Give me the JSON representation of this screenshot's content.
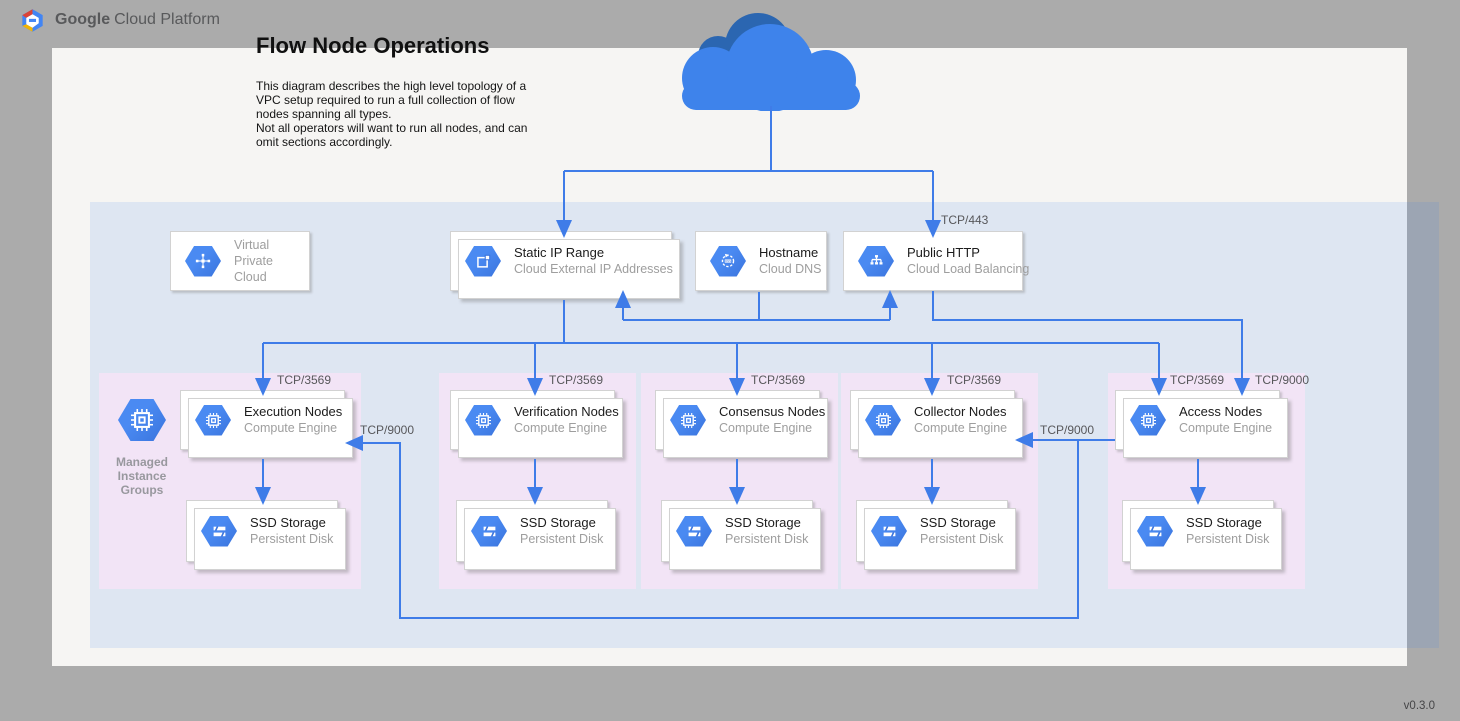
{
  "colors": {
    "accent_blue": "#3f7ce8",
    "icon_blue": "#4285f4",
    "group_pink": "#f2e4f6",
    "vpc_region_blue": "#e2effb",
    "canvas": "#f6f5f3",
    "page_gray": "#ababab",
    "cloud_dark": "#2b66b1",
    "cloud_light": "#3e83eb"
  },
  "header": {
    "logo_bold": "Google",
    "logo_rest": "Cloud Platform"
  },
  "page": {
    "title": "Flow Node Operations",
    "description": "This diagram describes the high level topology of a\nVPC setup required to run a full collection of flow\nnodes spanning all types.\nNot all operators will want to run all nodes, and can\nomit sections accordingly.",
    "version": "v0.3.0"
  },
  "vpc": {
    "label": "Virtual\nPrivate Cloud"
  },
  "services": {
    "static_ip": {
      "title": "Static IP Range",
      "subtitle": "Cloud External IP Addresses"
    },
    "hostname": {
      "title": "Hostname",
      "subtitle": "Cloud DNS"
    },
    "public_http": {
      "title": "Public HTTP",
      "subtitle": "Cloud Load Balancing"
    }
  },
  "mig": {
    "label": "Managed\nInstance\nGroups"
  },
  "groups": [
    {
      "node_title": "Execution Nodes",
      "node_subtitle": "Compute Engine",
      "storage_title": "SSD Storage",
      "storage_subtitle": "Persistent Disk"
    },
    {
      "node_title": "Verification Nodes",
      "node_subtitle": "Compute Engine",
      "storage_title": "SSD Storage",
      "storage_subtitle": "Persistent Disk"
    },
    {
      "node_title": "Consensus Nodes",
      "node_subtitle": "Compute Engine",
      "storage_title": "SSD Storage",
      "storage_subtitle": "Persistent Disk"
    },
    {
      "node_title": "Collector Nodes",
      "node_subtitle": "Compute Engine",
      "storage_title": "SSD Storage",
      "storage_subtitle": "Persistent Disk"
    },
    {
      "node_title": "Access Nodes",
      "node_subtitle": "Compute Engine",
      "storage_title": "SSD Storage",
      "storage_subtitle": "Persistent Disk"
    }
  ],
  "ports": {
    "https": "TCP/443",
    "node": "TCP/3569",
    "access": "TCP/9000"
  }
}
